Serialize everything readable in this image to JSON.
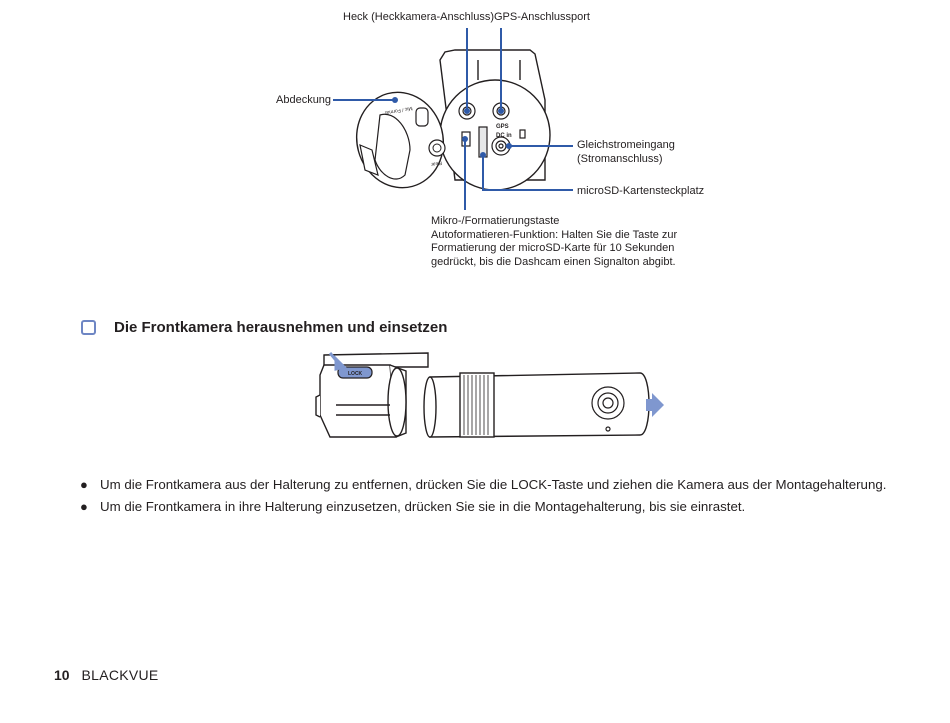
{
  "diagram_top": {
    "labels": {
      "rear": "Heck (Heckkamera-Anschluss)",
      "gps": "GPS-Anschlussport",
      "cover": "Abdeckung",
      "dc_line1": "Gleichstromeingang",
      "dc_line2": "(Stromanschluss)",
      "microsd": "microSD-Kartensteckplatz",
      "format_line1": "Mikro-/Formatierungstaste",
      "format_line2": "Autoformatieren-Funktion: Halten Sie die Taste zur",
      "format_line3": "Formatierung der microSD-Karte für 10 Sekunden",
      "format_line4": "gedrückt, bis die Dashcam einen Signalton abgibt."
    },
    "device_text": {
      "gps": "GPS",
      "dc_in": "DC in",
      "cover_mic_format": "Mic / Format",
      "cover_rear": "Rear"
    },
    "accent_color": "#2f5aa8"
  },
  "section": {
    "title": "Die Frontkamera herausnehmen und einsetzen",
    "checkbox_color": "#6e86c4"
  },
  "diagram_front": {
    "lock_label": "LOCK",
    "arrow_color": "#7f97cf"
  },
  "bullets": [
    "Um die Frontkamera aus der Halterung zu entfernen, drücken Sie die LOCK-Taste und ziehen die Kamera aus der Montagehalterung.",
    "Um die Frontkamera in ihre Halterung einzusetzen, drücken Sie sie in die Montagehalterung, bis sie einrastet."
  ],
  "footer": {
    "page_number": "10",
    "brand": "BLACKVUE"
  }
}
